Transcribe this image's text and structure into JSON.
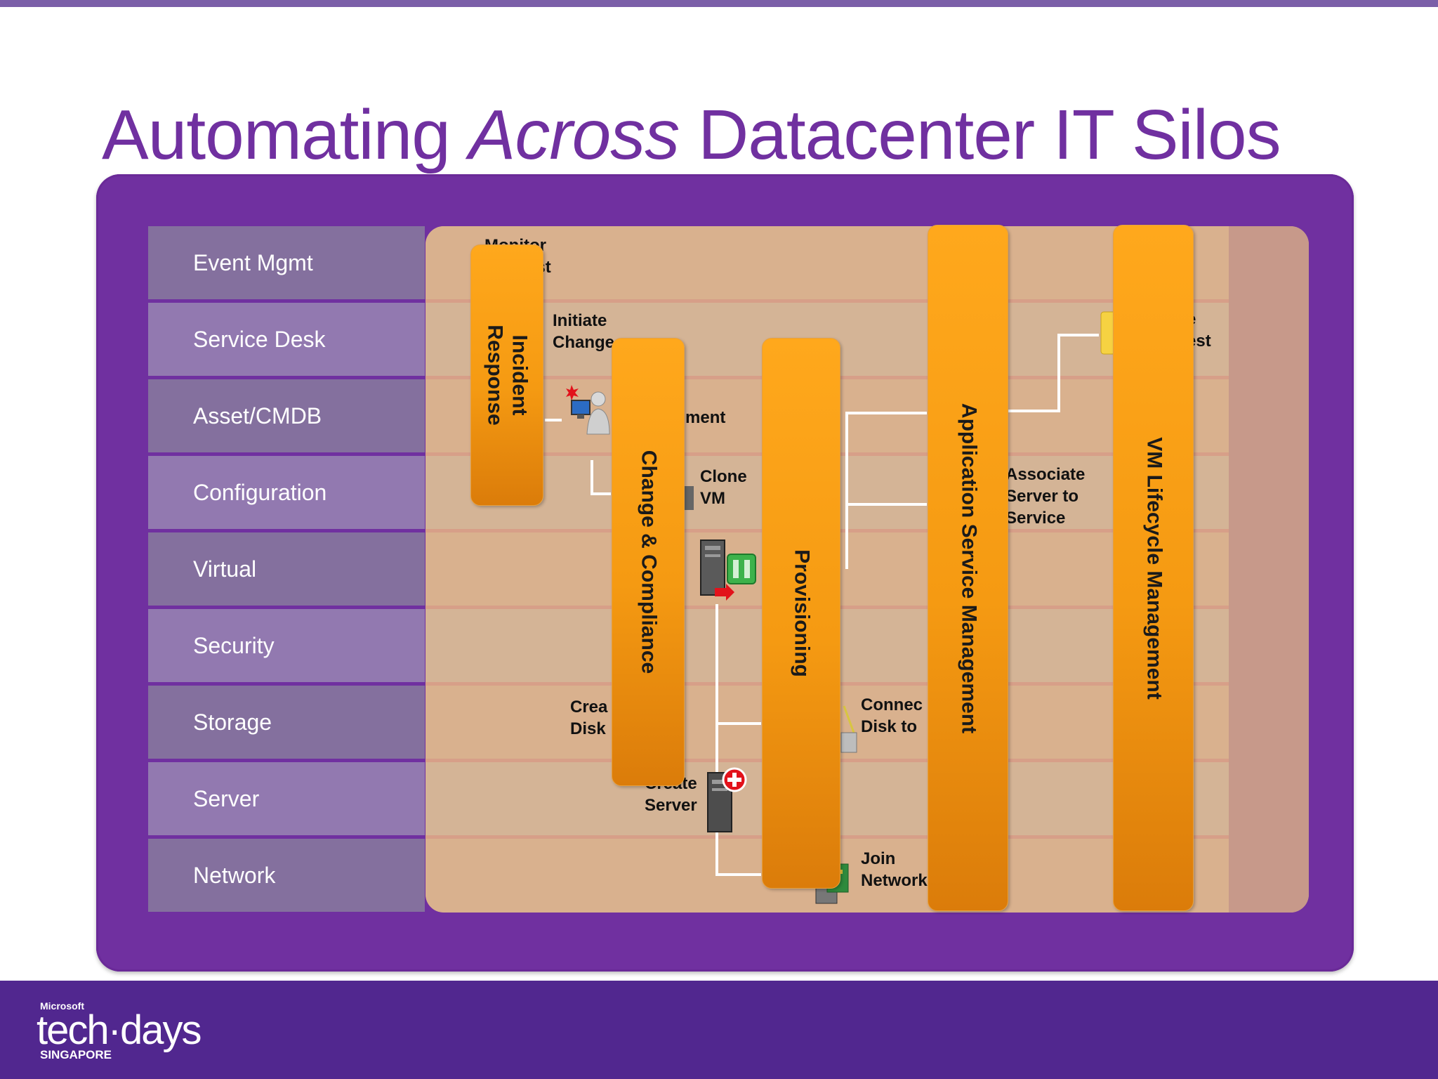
{
  "slide": {
    "title_pre": "Automating ",
    "title_em": "Across",
    "title_post": " Datacenter IT Silos"
  },
  "layers": [
    "Event Mgmt",
    "Service Desk",
    "Asset/CMDB",
    "Configuration",
    "Virtual",
    "Security",
    "Storage",
    "Server",
    "Network"
  ],
  "processes": {
    "incident_response": "Incident\nResponse",
    "change_compliance": "Change & Compliance",
    "provisioning": "Provisioning",
    "application_service_management": "Application Service Management",
    "vm_lifecycle_management": "VM Lifecycle Management"
  },
  "steps": {
    "monitor_request": "Monitor\nRequest",
    "initiate_change": "Initiate\nChange",
    "deployment": "ment",
    "clone_vm": "Clone\nVM",
    "associate_server": "Associate\nServer to\nService",
    "create_disk": "Crea\nDisk",
    "connect_disk": "Connec\nDisk to",
    "create_server": "Create\nServer",
    "join_network": "Join\nNetwork",
    "close_request": "e\nest"
  },
  "footer": {
    "brand_top": "Microsoft",
    "brand_main": "tech·days",
    "brand_sub": "SINGAPORE"
  }
}
